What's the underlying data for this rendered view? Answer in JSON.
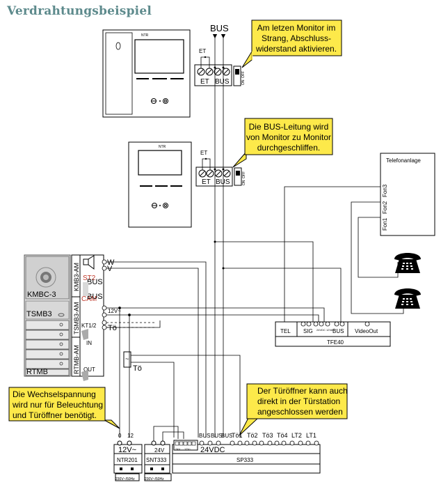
{
  "title": "Verdrahtungsbeispiel",
  "bus_label": "BUS",
  "callouts": {
    "last_monitor": [
      "Am letzen Monitor im",
      "Strang, Abschluss-",
      "widerstand aktivieren."
    ],
    "bus_line": [
      "Die BUS-Leitung wird",
      "von Monitor zu Monitor",
      "durchgeschliffen."
    ],
    "ac_voltage": [
      "Die Wechselspannung",
      "wird nur für Beleuchtung",
      "und Türöffner benötigt."
    ],
    "door_opener": [
      "Der Türöffner kann auch",
      "direkt in der Türstation",
      "angeschlossen werden"
    ]
  },
  "monitor": {
    "brand": "NTR",
    "terminal_labels": [
      "ET",
      "BUS"
    ],
    "et_label": "ET",
    "switch_on": "ON",
    "switch_off": "OFF"
  },
  "telefonanlage": {
    "title": "Telefonanlage",
    "ports": [
      "Fon3",
      "Fon2",
      "Fon1"
    ]
  },
  "tfe40": {
    "name": "TFE40",
    "terminals": [
      "TEL",
      "SIG",
      "24VDC 12VAC",
      "BUS",
      "VideoOut"
    ]
  },
  "door_station": {
    "camera_module": "KMBC-3",
    "module_tsmb3": "TSMB3",
    "module_rtmb": "RTMB",
    "amp_kmb": "KMB3-AM",
    "amp_tsmb": "TSMB3-AM",
    "amp_rtmb": "RTMB-AM",
    "st2": "ST2",
    "cam": "CAM",
    "bus1": "BUS",
    "bus2": "BUS",
    "kt": "KT1/2",
    "in": "IN",
    "out": "OUT",
    "w": "W",
    "v": "V",
    "v12": "12V~",
    "to": "Tö",
    "to2": "Tö",
    "tilde": "~"
  },
  "bottom": {
    "ntr201": "NTR201",
    "ntr_voltage": "12V~",
    "ntr_terms": [
      "0",
      "12"
    ],
    "snt333": "SNT333",
    "snt_voltage": "24V",
    "sp333_voltage": "24VDC",
    "sp333": "SP333",
    "sp333_small": [
      "24V",
      "12V~"
    ],
    "sp333_terms": [
      "BUS",
      "BUS",
      "BUS",
      "Tö1",
      "Tö2",
      "Tö3",
      "Tö4",
      "LT2",
      "LT1"
    ],
    "mains_1": "230V~/50Hz",
    "mains_2": "230V~/50Hz"
  }
}
